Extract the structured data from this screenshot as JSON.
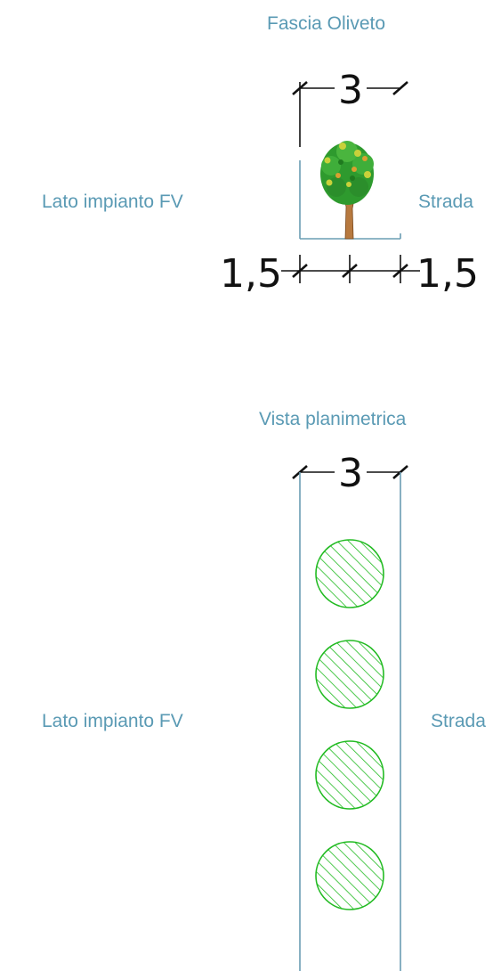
{
  "section": {
    "title": "Fascia Oliveto",
    "left_label": "Lato impianto FV",
    "right_label": "Strada",
    "width_dim": "3",
    "left_offset_dim": "1,5",
    "right_offset_dim": "1,5"
  },
  "plan": {
    "title": "Vista planimetrica",
    "left_label": "Lato impianto FV",
    "right_label": "Strada",
    "width_dim": "3",
    "tree_count": 4
  },
  "colors": {
    "label": "#5a9ab4",
    "boundary": "#6a9db3",
    "tree_outline": "#22bb22",
    "hatch": "#22bb22",
    "dimension": "#111111",
    "trunk": "#b7793f",
    "foliage_dark": "#2e9a2e",
    "foliage_light": "#c9d13a"
  }
}
